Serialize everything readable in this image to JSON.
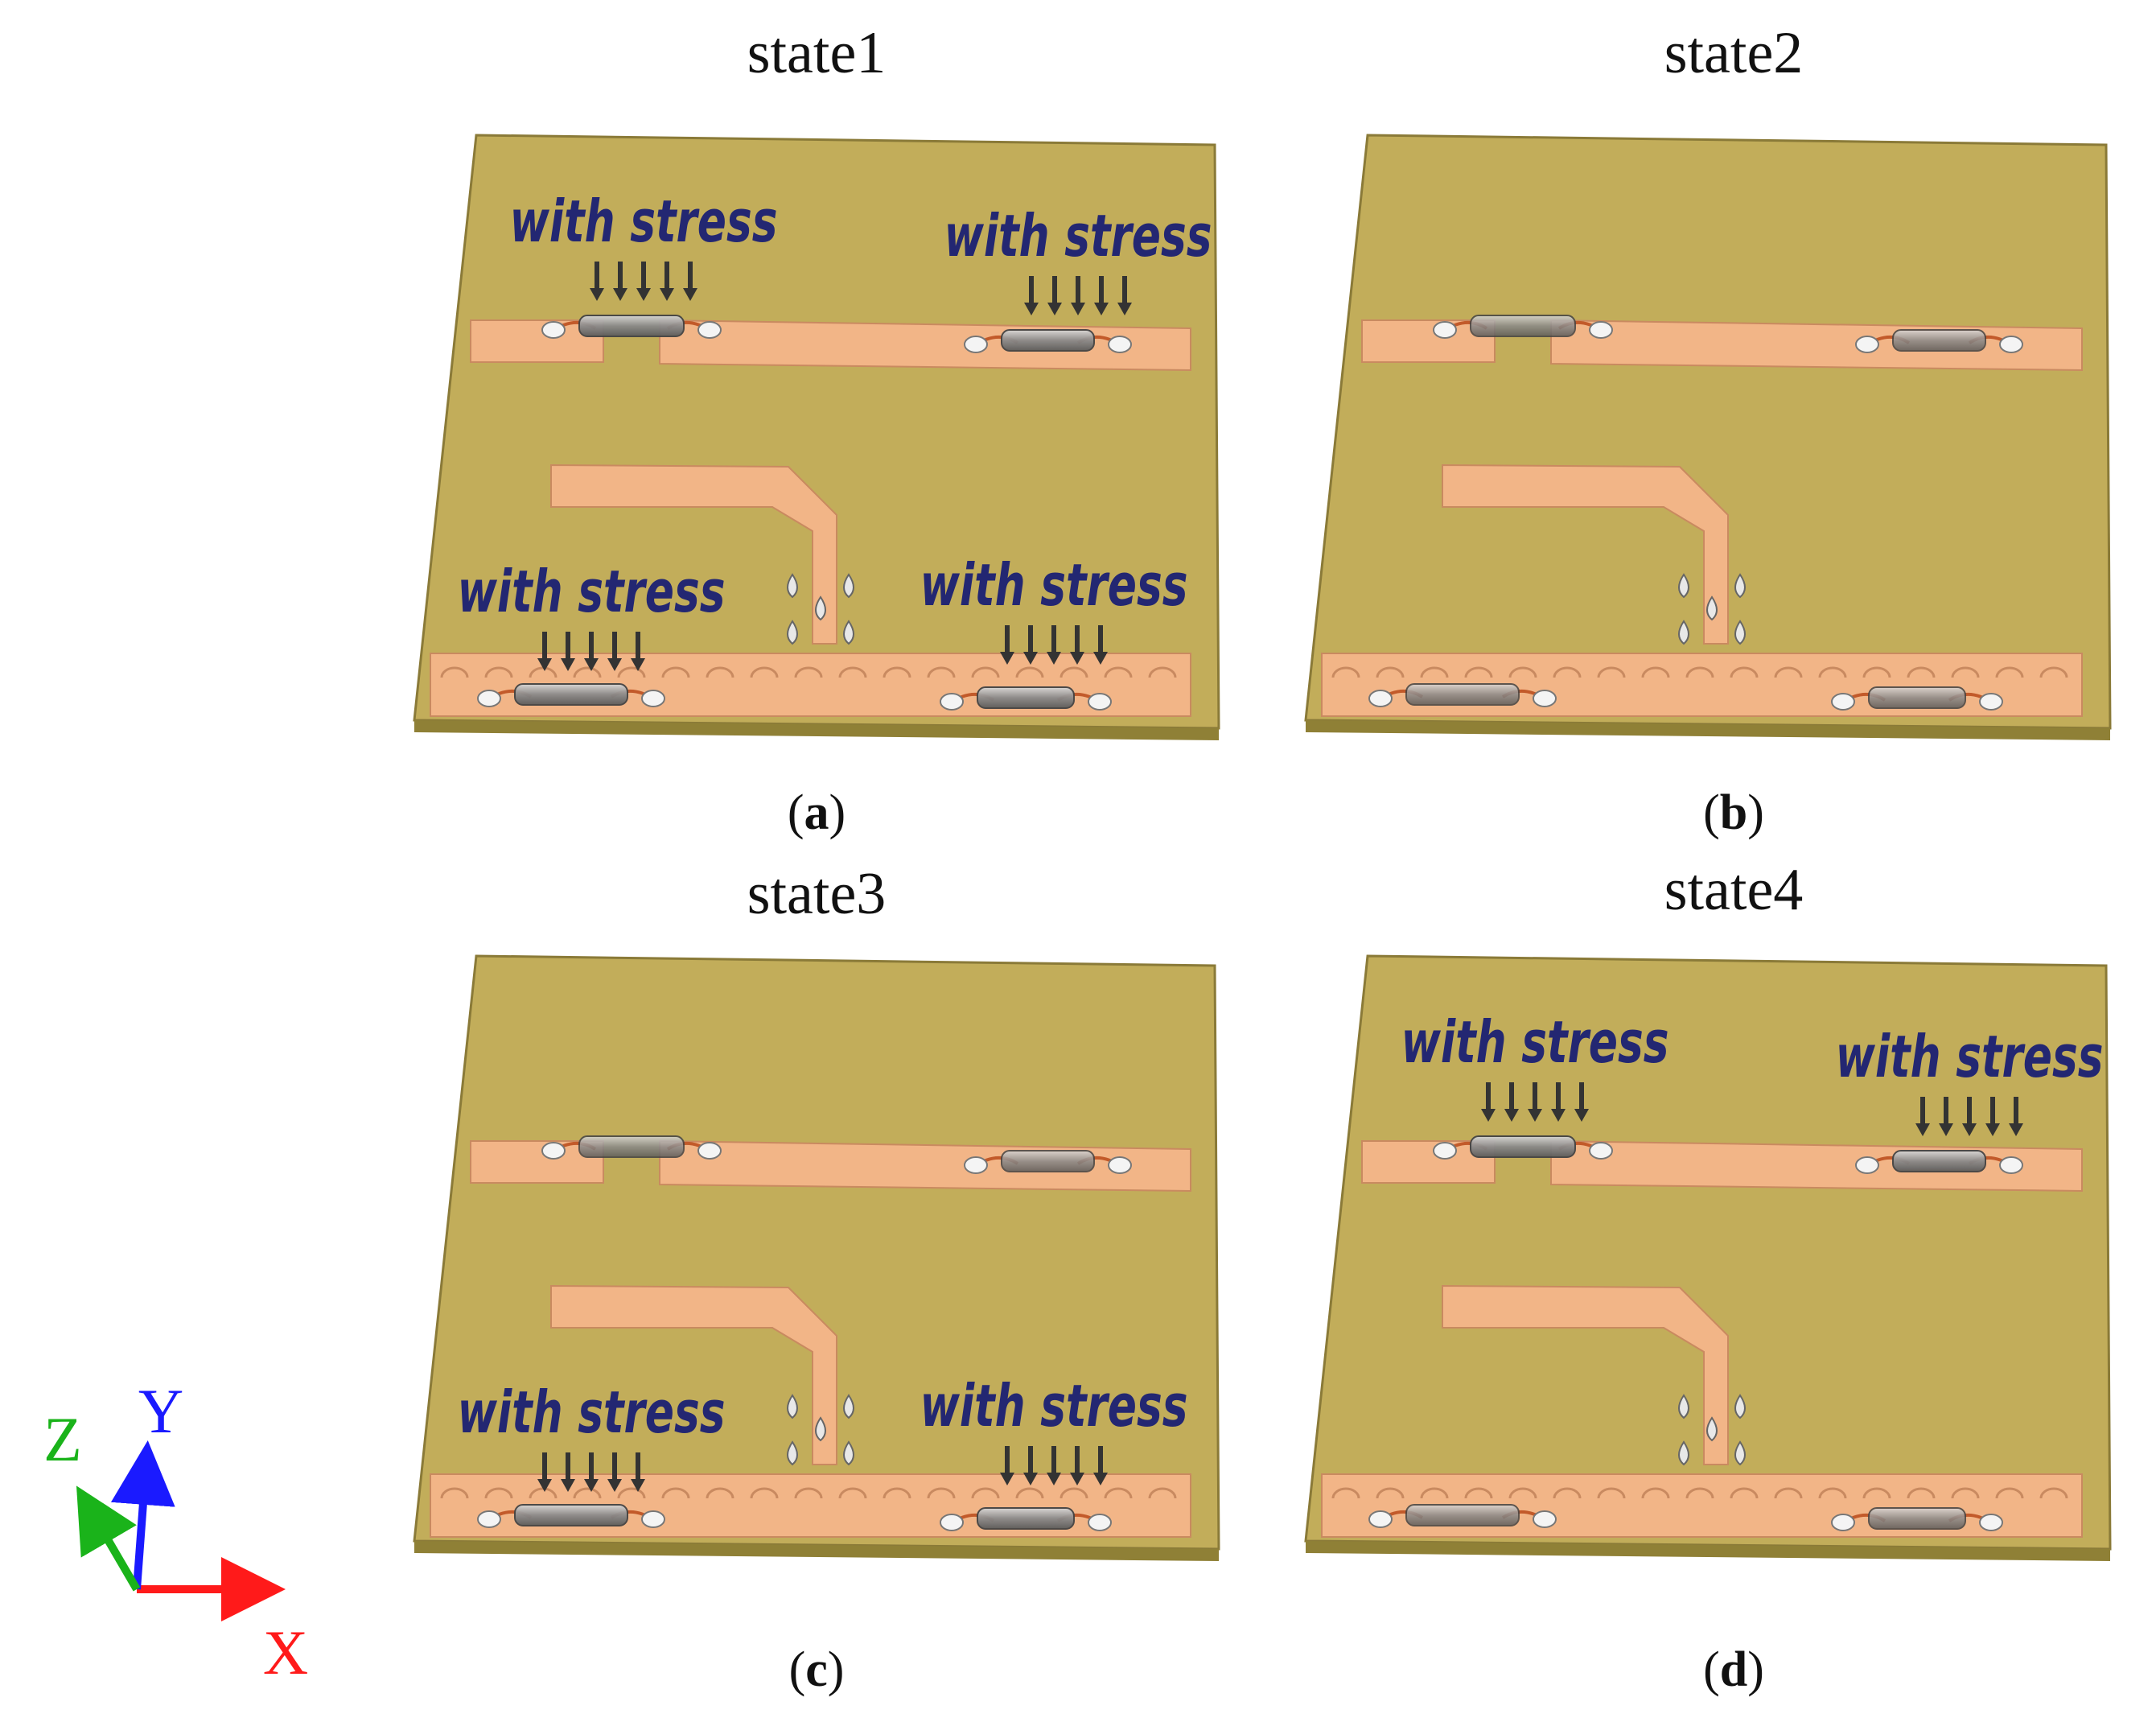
{
  "panels": [
    {
      "id": "a",
      "state": "state1",
      "caption": "a",
      "top_stress": true,
      "bottom_stress": true,
      "top_stress_labels": [
        "with stress",
        "with stress"
      ],
      "bottom_stress_labels": [
        "with stress",
        "with stress"
      ]
    },
    {
      "id": "b",
      "state": "state2",
      "caption": "b",
      "top_stress": false,
      "bottom_stress": false,
      "top_stress_labels": [],
      "bottom_stress_labels": []
    },
    {
      "id": "c",
      "state": "state3",
      "caption": "c",
      "top_stress": false,
      "bottom_stress": true,
      "top_stress_labels": [],
      "bottom_stress_labels": [
        "with stress",
        "with stress"
      ]
    },
    {
      "id": "d",
      "state": "state4",
      "caption": "d",
      "top_stress": true,
      "bottom_stress": false,
      "top_stress_labels": [
        "with stress",
        "with stress"
      ],
      "bottom_stress_labels": []
    }
  ],
  "axes": {
    "x_label": "X",
    "y_label": "Y",
    "z_label": "Z"
  },
  "colors": {
    "substrate": "#c2ad5a",
    "substrate_edge": "#8a7a38",
    "copper": "#f2b587",
    "copper_edge": "#c98a60",
    "stress_text": "#232772",
    "arrow": "#333333",
    "x_axis": "#ff1a1a",
    "y_axis": "#1a1aff",
    "z_axis": "#1ab31a"
  }
}
